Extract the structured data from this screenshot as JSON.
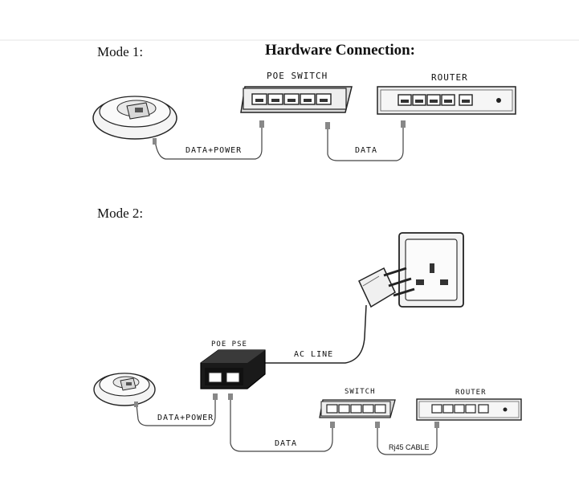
{
  "title": "Hardware Connection:",
  "mode1": {
    "label": "Mode 1:",
    "poe_switch_label": "POE SWITCH",
    "router_label": "ROUTER",
    "cable1_label": "DATA+POWER",
    "cable2_label": "DATA"
  },
  "mode2": {
    "label": "Mode 2:",
    "poe_pse_label": "POE PSE",
    "ac_line_label": "AC LINE",
    "switch_label": "SWITCH",
    "router_label": "ROUTER",
    "cable1_label": "DATA+POWER",
    "cable2_label": "DATA",
    "cable3_label": "Rj45 CABLE"
  }
}
